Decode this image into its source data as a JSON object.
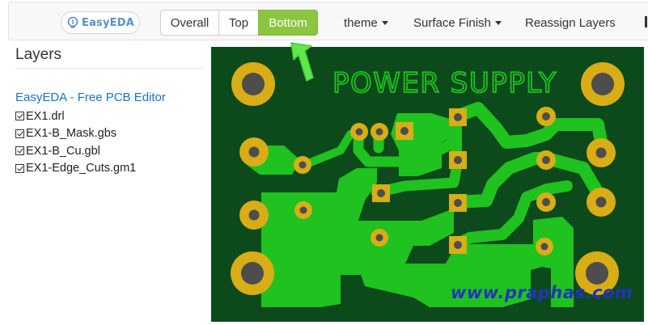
{
  "app": {
    "logo_text": "EasyEDA",
    "logo_icon": "easyeda-bulb-icon"
  },
  "view_buttons": [
    {
      "label": "Overall",
      "active": false
    },
    {
      "label": "Top",
      "active": false
    },
    {
      "label": "Bottom",
      "active": true
    }
  ],
  "menus": [
    {
      "label": "theme",
      "has_caret": true
    },
    {
      "label": "Surface Finish",
      "has_caret": true
    },
    {
      "label": "Reassign Layers",
      "has_caret": false
    }
  ],
  "sidebar": {
    "title": "Layers",
    "editor_link": "EasyEDA - Free PCB Editor",
    "layers": [
      {
        "name": "EX1.drl",
        "checked": true
      },
      {
        "name": "EX1-B_Mask.gbs",
        "checked": true
      },
      {
        "name": "EX1-B_Cu.gbl",
        "checked": true
      },
      {
        "name": "EX1-Edge_Cuts.gm1",
        "checked": true
      }
    ]
  },
  "board": {
    "silk_text": "POWER SUPPLY",
    "watermark": "www.praphas.com",
    "colors": {
      "substrate": "#0c4a1b",
      "copper": "#1fc21f",
      "pad": "#d8ad15",
      "drill": "#4d4d4d",
      "silk": "#1fc21f",
      "watermark": "#2233bb"
    }
  },
  "annotation": {
    "arrow_color": "#5fe84a",
    "arrow_icon": "pointer-arrow-icon"
  }
}
